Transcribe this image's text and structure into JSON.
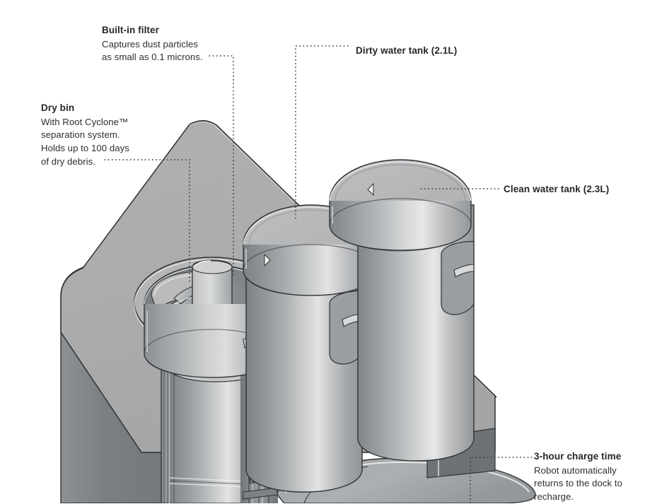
{
  "diagram": {
    "subject": "robot-vacuum-dock-cutaway",
    "background_color": "#ffffff",
    "text_color": "#2b2b2b",
    "leader_line_color": "#3a3a3a",
    "body_colors": {
      "deck_top": "#a9abac",
      "lid_top": "#b5b6b8",
      "front_face_dark": "#7b7e80",
      "cylinder_light": "#d9dadb",
      "cylinder_mid": "#a8abad",
      "cylinder_dark": "#85888a",
      "outline": "#2f3133",
      "highlight": "#f2f3f3"
    }
  },
  "callouts": [
    {
      "id": "built-in-filter",
      "title": "Built-in filter",
      "lines": [
        "Captures dust particles",
        "as small as 0.1 microns."
      ]
    },
    {
      "id": "dry-bin",
      "title": "Dry bin",
      "title_suffix": "",
      "lines": [
        "With Root Cyclone™",
        "separation system.",
        "Holds up to 100 days",
        "of dry debris."
      ]
    },
    {
      "id": "dirty-water-tank",
      "title": "Dirty water tank (2.1L)",
      "lines": []
    },
    {
      "id": "clean-water-tank",
      "title": "Clean water tank (2.3L)",
      "lines": []
    },
    {
      "id": "charge-time",
      "title": "3-hour charge time",
      "lines": [
        "Robot automatically",
        "returns to the dock to",
        "recharge."
      ]
    }
  ],
  "parts": {
    "cyclone_assembly": "root-cyclone-array",
    "dirty_tank": "dirty-water-tank-cylinder",
    "clean_tank": "clean-water-tank-cylinder",
    "dock_base": "dock-base-plate",
    "dry_bin": "dry-bin-cylinder"
  }
}
